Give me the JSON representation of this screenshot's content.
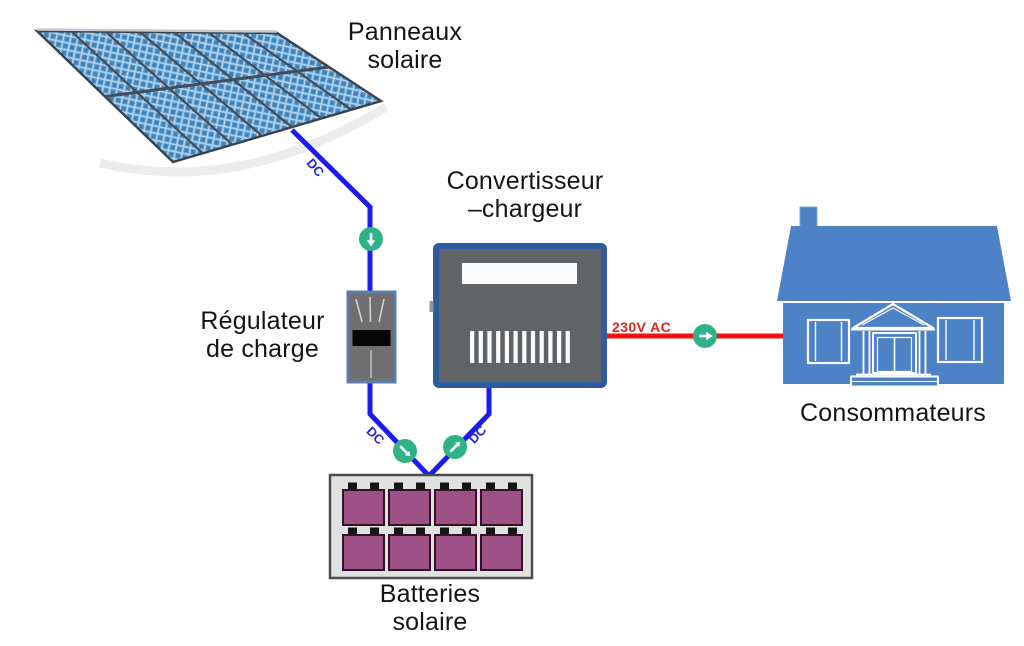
{
  "diagram": {
    "type": "solar-installation-schematic",
    "nodes": {
      "panels": {
        "label_line1": "Panneaux",
        "label_line2": "solaire"
      },
      "regulator": {
        "label_line1": "Régulateur",
        "label_line2": "de charge"
      },
      "converter": {
        "label_line1": "Convertisseur",
        "label_line2": "–chargeur"
      },
      "batteries": {
        "label_line1": "Batteries",
        "label_line2": "solaire"
      },
      "consumers": {
        "label": "Consommateurs"
      }
    },
    "wires": {
      "dc_panel_label": "DC",
      "dc_regulator_to_battery_label": "DC",
      "dc_converter_to_battery_label": "DC",
      "ac_label": "230V AC"
    },
    "flow_badges": [
      {
        "icon": "arrow-down-icon",
        "on": "dc wire panels to regulator"
      },
      {
        "icon": "arrow-down-right-icon",
        "on": "dc wire regulator to batteries"
      },
      {
        "icon": "arrow-up-right-icon",
        "on": "dc wire batteries to converter"
      },
      {
        "icon": "arrow-right-icon",
        "on": "ac wire converter to consumers"
      }
    ],
    "colors": {
      "dc_wire": "#1b1bef",
      "ac_wire": "#ee1212",
      "flow_badge": "#2fb287",
      "house_blue": "#4d83c6",
      "battery_purple": "#9e5184",
      "panel_blue": "#4e94ca",
      "converter_body": "#616467",
      "converter_border": "#2d5c9e",
      "regulator_body": "#6f6f6f",
      "label_text": "#141414",
      "dc_label_text": "#2424d6",
      "ac_label_text": "#e32222"
    }
  }
}
